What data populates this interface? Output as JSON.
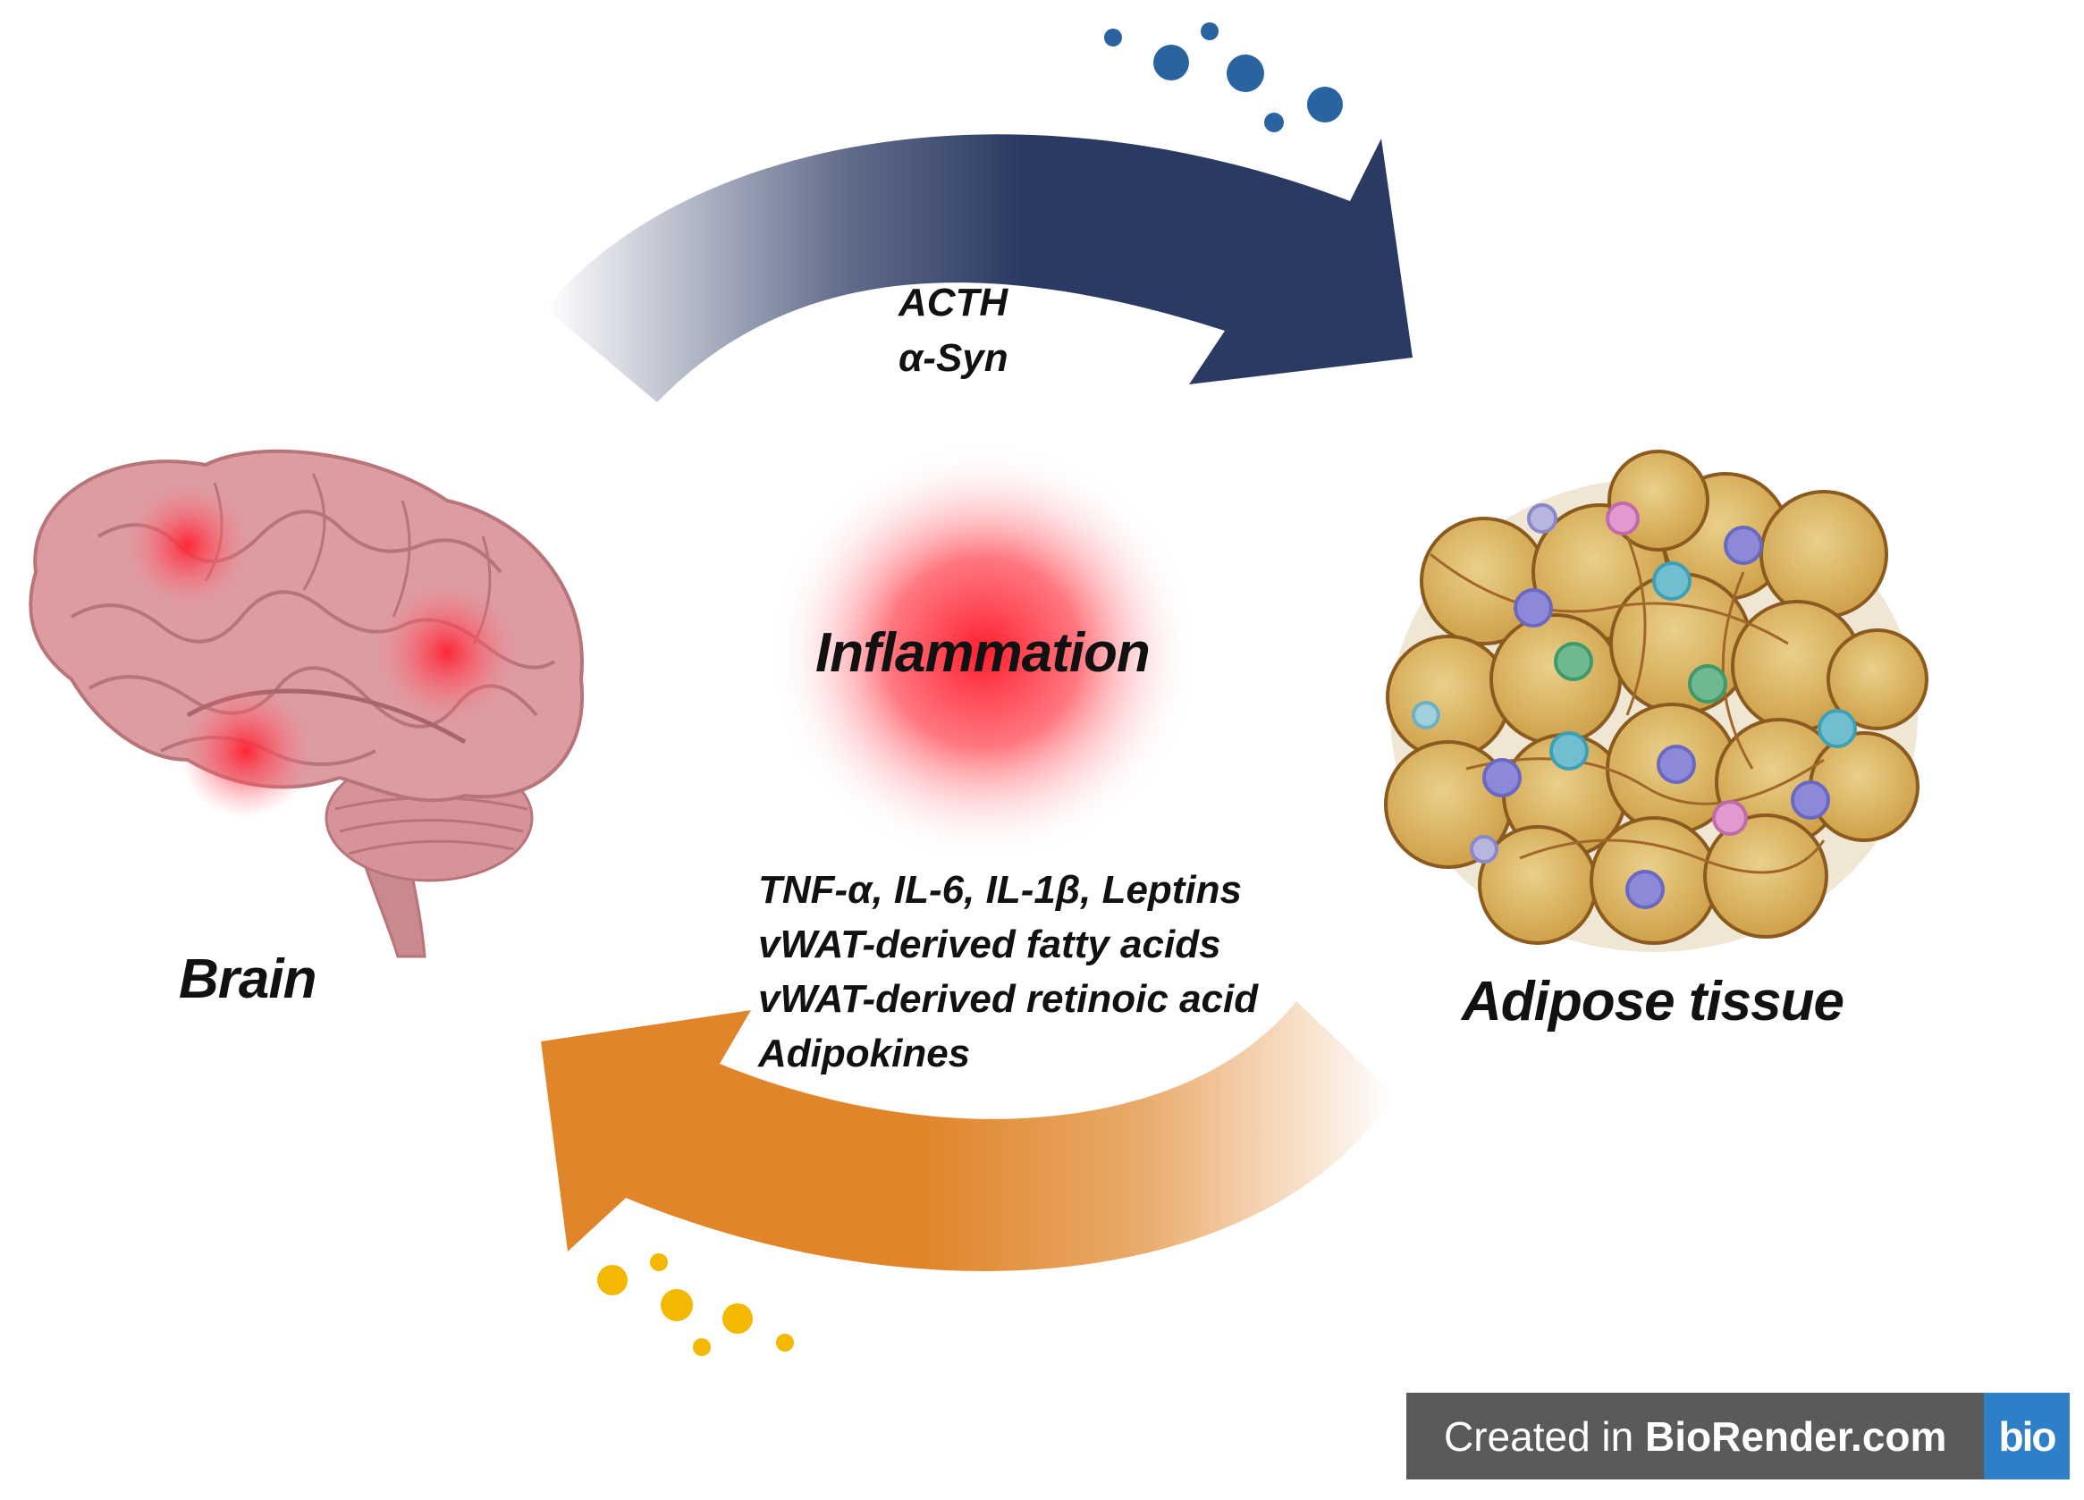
{
  "labels": {
    "brain": "Brain",
    "adipose": "Adipose tissue",
    "inflammation": "Inflammation"
  },
  "top_arrow": {
    "color": "#2b3a63",
    "lines": [
      "ACTH",
      "α-Syn"
    ]
  },
  "bottom_arrow": {
    "color": "#e0852a",
    "lines": [
      "TNF-α, IL-6, IL-1β, Leptins",
      "vWAT-derived fatty acids",
      "vWAT-derived retinoic acid",
      "Adipokines"
    ]
  },
  "colors": {
    "inflammation_glow": "#ff2a3a",
    "brain": "#d9959a",
    "adipocyte": "#dcb45a",
    "blue_dots": "#2a64a0",
    "yellow_dots": "#f5b800"
  },
  "badge": {
    "prefix": "Created in ",
    "brand": "BioRender.com",
    "logo": "bio"
  }
}
